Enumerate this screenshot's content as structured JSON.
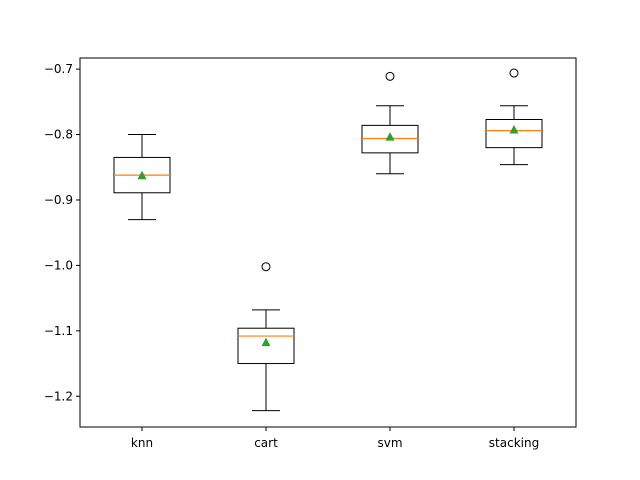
{
  "chart_data": {
    "type": "box",
    "title": "",
    "xlabel": "",
    "ylabel": "",
    "ylim": [
      -1.247,
      -0.683
    ],
    "yticks": [
      -0.7,
      -0.8,
      -0.9,
      -1.0,
      -1.1,
      -1.2
    ],
    "ytick_labels": [
      "−0.7",
      "−0.8",
      "−0.9",
      "−1.0",
      "−1.1",
      "−1.2"
    ],
    "grid": false,
    "legend": "none",
    "categories": [
      "knn",
      "cart",
      "svm",
      "stacking"
    ],
    "boxes": [
      {
        "name": "knn",
        "whisker_low": -0.93,
        "q1": -0.889,
        "median": -0.862,
        "q3": -0.835,
        "whisker_high": -0.8,
        "mean": -0.863,
        "outliers": []
      },
      {
        "name": "cart",
        "whisker_low": -1.222,
        "q1": -1.15,
        "median": -1.108,
        "q3": -1.096,
        "whisker_high": -1.068,
        "mean": -1.118,
        "outliers": [
          -1.002
        ]
      },
      {
        "name": "svm",
        "whisker_low": -0.86,
        "q1": -0.828,
        "median": -0.806,
        "q3": -0.786,
        "whisker_high": -0.756,
        "mean": -0.804,
        "outliers": [
          -0.711
        ]
      },
      {
        "name": "stacking",
        "whisker_low": -0.846,
        "q1": -0.82,
        "median": -0.794,
        "q3": -0.777,
        "whisker_high": -0.756,
        "mean": -0.793,
        "outliers": [
          -0.706
        ]
      }
    ],
    "colors": {
      "box": "#000000",
      "median": "#ff7f0e",
      "mean_marker": "#2ca02c",
      "outlier_edge": "#000000"
    }
  }
}
